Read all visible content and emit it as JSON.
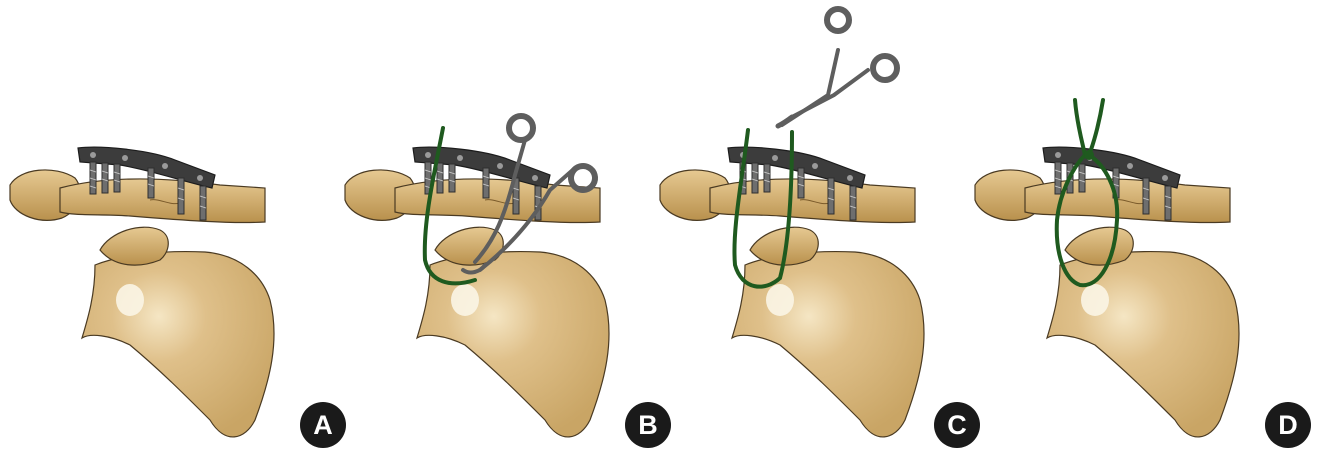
{
  "panels": [
    {
      "label": "A",
      "suture": false,
      "instrument": "none"
    },
    {
      "label": "B",
      "suture": true,
      "instrument": "curved-clamp"
    },
    {
      "label": "C",
      "suture": true,
      "instrument": "scissors"
    },
    {
      "label": "D",
      "suture": true,
      "instrument": "none"
    }
  ],
  "colors": {
    "bone": "#d7b675",
    "bone_dark": "#b38a45",
    "plate": "#3c3c3c",
    "suture": "#1f5a1f",
    "instrument": "#7b7b7b",
    "badge": "#1a1a1a"
  }
}
